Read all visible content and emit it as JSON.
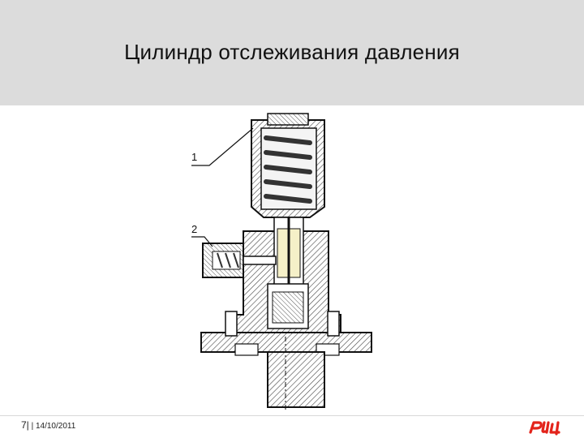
{
  "slide": {
    "title": "Цилиндр отслеживания давления",
    "page_number": "7|",
    "date_text": "| 14/10/2011"
  },
  "drawing": {
    "callout_1": "1",
    "callout_2": "2"
  },
  "logo": {
    "icon": "rzd-logo-icon",
    "color": "#e3241b"
  }
}
